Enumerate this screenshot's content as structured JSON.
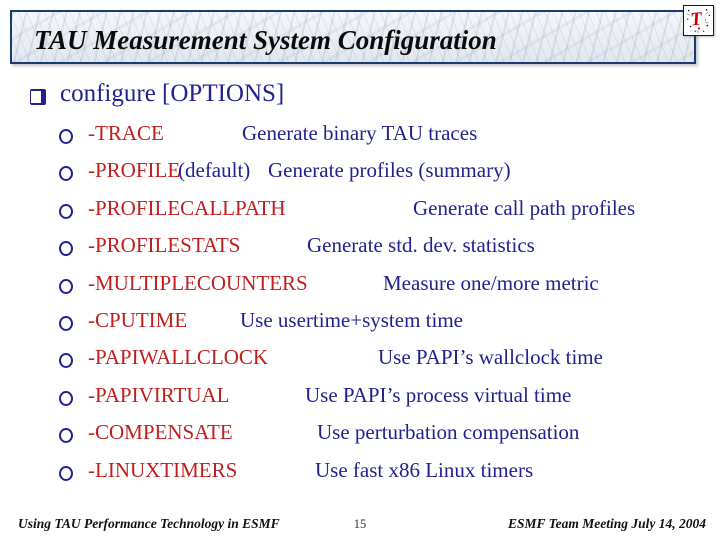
{
  "slide": {
    "title": "TAU Measurement System Configuration",
    "heading": "configure [OPTIONS]",
    "logo": {
      "glyph": "T",
      "name": "tau-logo"
    },
    "options": [
      {
        "option": "-TRACE",
        "desc": "Generate binary TAU traces"
      },
      {
        "option": "-PROFILE",
        "middle": "(default)",
        "desc": "Generate profiles (summary)"
      },
      {
        "option": "-PROFILECALLPATH",
        "desc": "Generate call path profiles"
      },
      {
        "option": "-PROFILESTATS",
        "desc": "Generate std. dev. statistics"
      },
      {
        "option": "-MULTIPLECOUNTERS",
        "desc": "Measure one/more metric"
      },
      {
        "option": "-CPUTIME",
        "desc": "Use usertime+system time"
      },
      {
        "option": "-PAPIWALLCLOCK",
        "desc": "Use PAPI’s wallclock time"
      },
      {
        "option": "-PAPIVIRTUAL",
        "desc": "Use PAPI’s process virtual time"
      },
      {
        "option": "-COMPENSATE",
        "desc": "Use perturbation compensation"
      },
      {
        "option": "-LINUXTIMERS",
        "desc": "Use fast x86 Linux timers"
      }
    ],
    "footer": {
      "left": "Using TAU Performance Technology in ESMF",
      "page_number": "15",
      "right": "ESMF Team Meeting July 14, 2004"
    },
    "colors": {
      "option_red": "#C21E1E",
      "body_blue": "#22228E",
      "bar_border": "#1C3A6E",
      "logo_red": "#CC0000"
    }
  }
}
